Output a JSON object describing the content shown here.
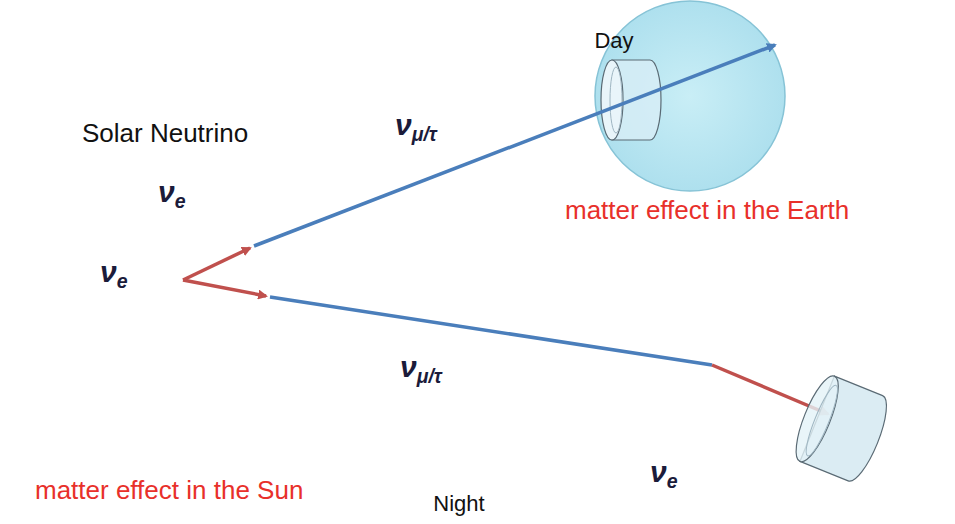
{
  "diagram": {
    "nodes": [
      {
        "text": [
          "Solar Neutrino",
          "νe",
          "νe"
        ]
      },
      {
        "text": [
          "Day"
        ]
      },
      {
        "text": [
          "νe"
        ]
      },
      {
        "text": [
          "Night"
        ]
      }
    ],
    "labels": [
      "νμ/τ",
      "matter effect in the Earth",
      "νμ/τ",
      "matter effect in the Sun"
    ]
  }
}
